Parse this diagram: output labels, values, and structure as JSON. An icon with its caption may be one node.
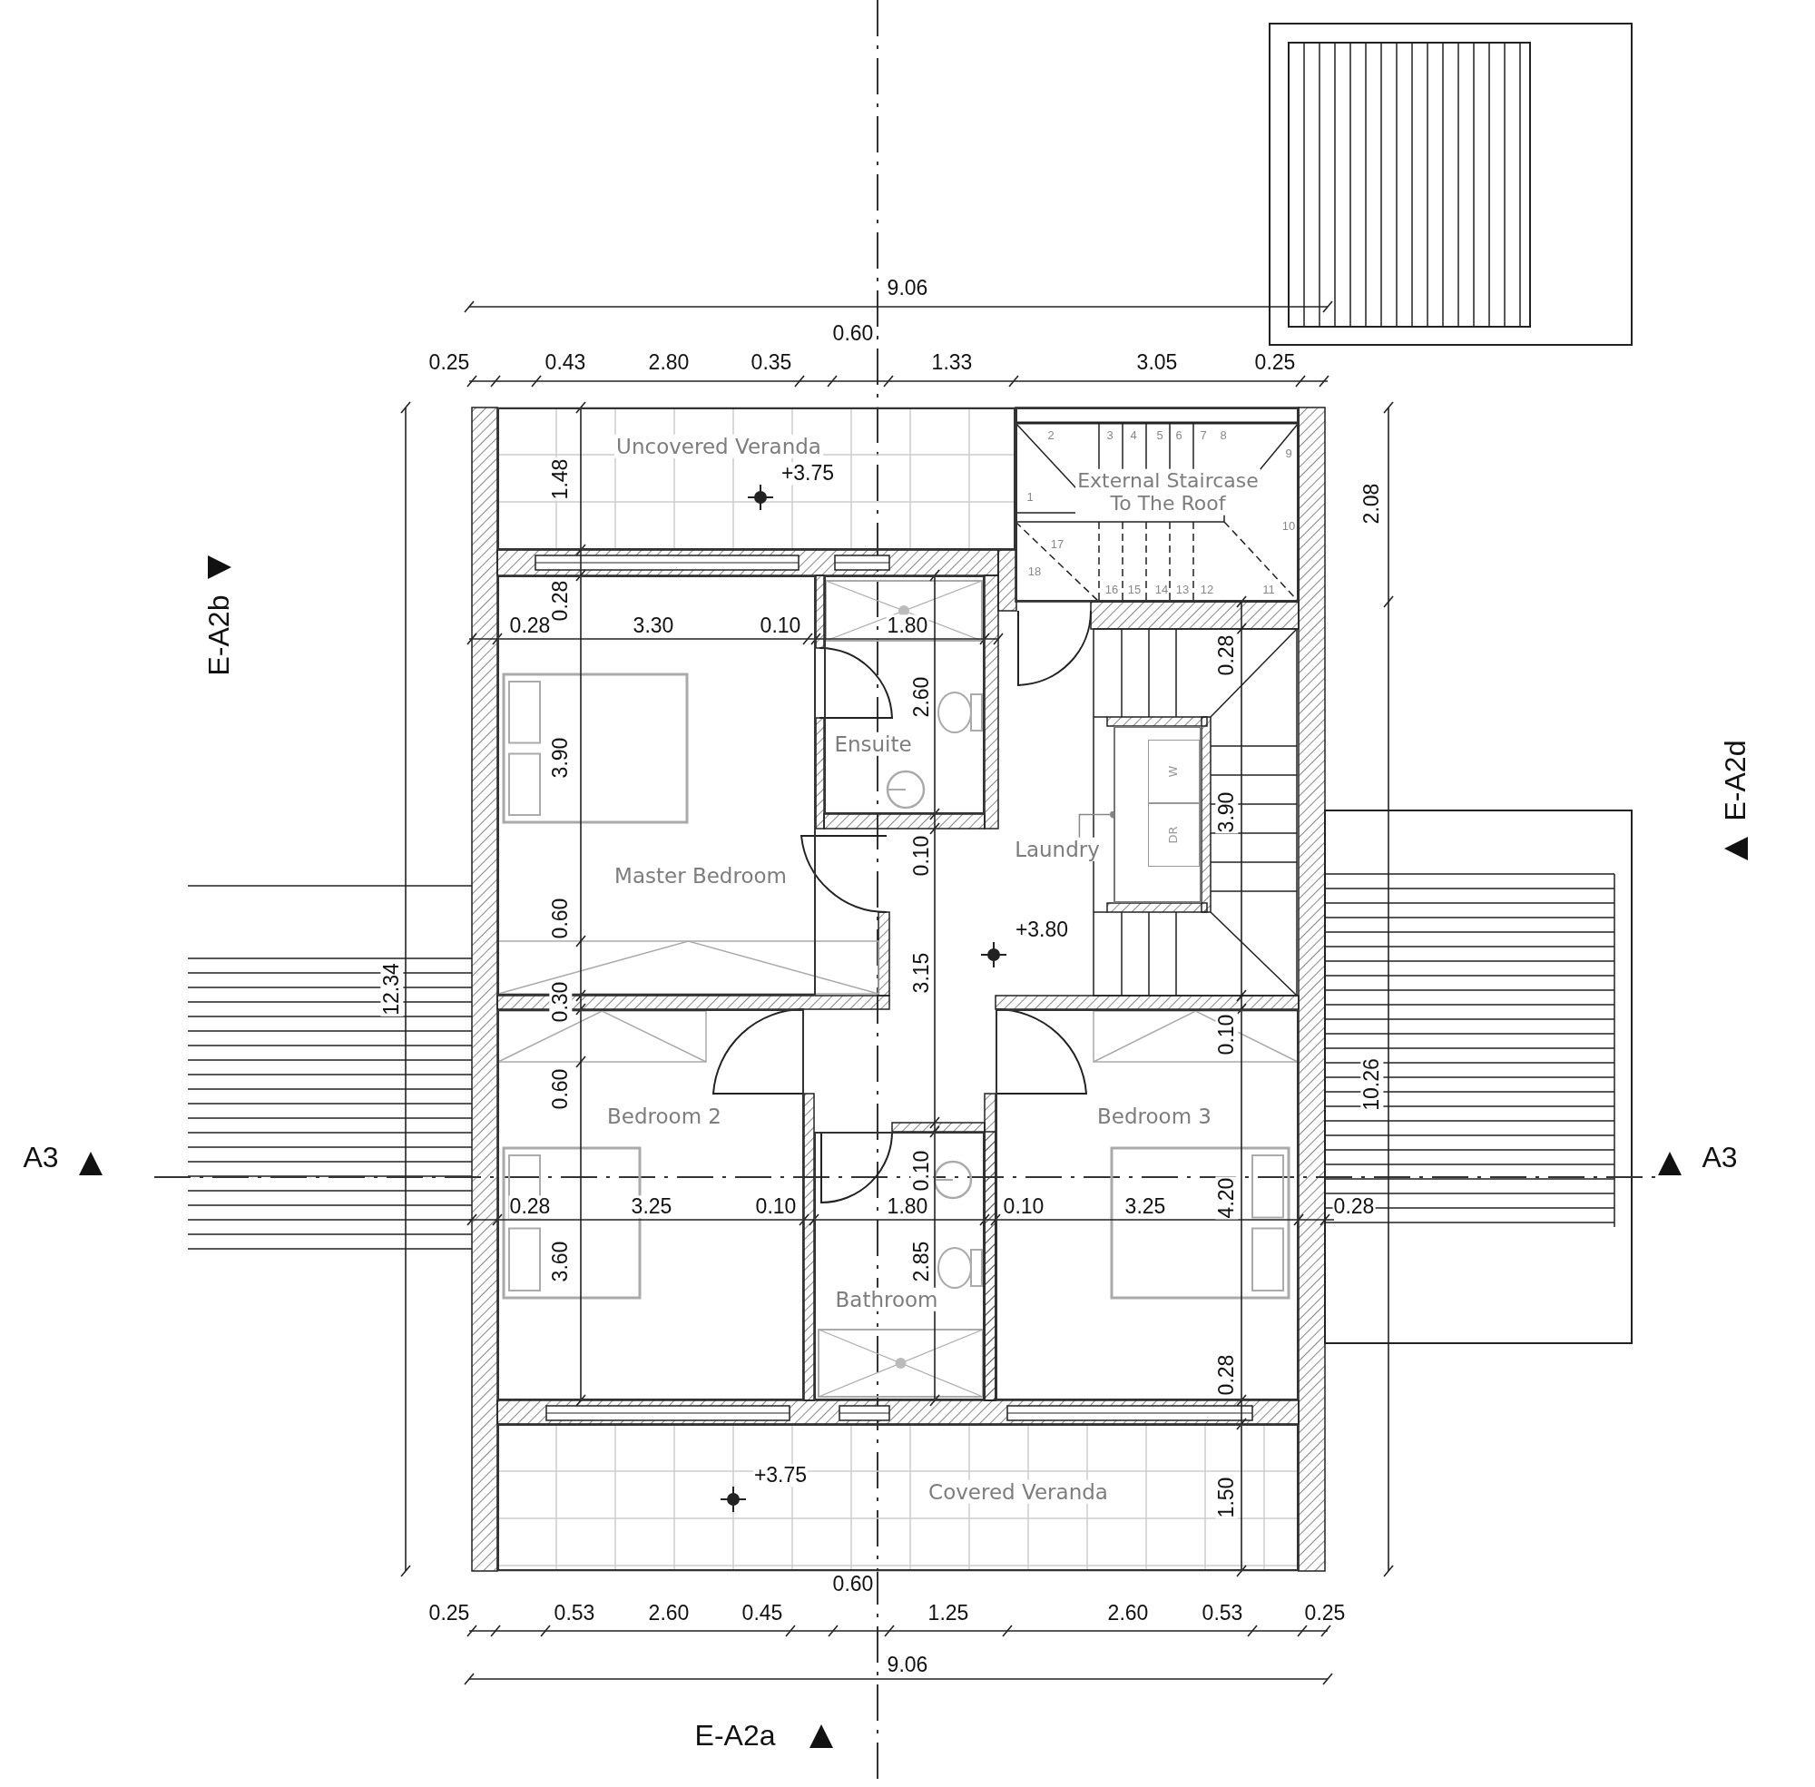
{
  "diagram": {
    "nodes": [
      {
        "text": [
          "Uncovered Veranda"
        ]
      },
      {
        "text": [
          "External Staircase To The Roof"
        ]
      },
      {
        "text": [
          "Ensuite"
        ]
      },
      {
        "text": [
          "Master Bedroom"
        ]
      },
      {
        "text": [
          "Laundry"
        ]
      },
      {
        "text": [],
        "shape": "box"
      },
      {
        "text": [
          "W"
        ],
        "in": 5
      },
      {
        "text": [
          "DR"
        ],
        "in": 5
      },
      {
        "text": [
          "Bedroom 2"
        ]
      },
      {
        "text": [
          "Bathroom"
        ]
      },
      {
        "text": [
          "Bedroom 3"
        ]
      },
      {
        "text": [
          "Covered Veranda"
        ]
      }
    ],
    "edges": [
      {
        "from": 4,
        "to": 5,
        "arrow": "other"
      }
    ],
    "labels": [
      "9.06",
      "0.60",
      "0.25",
      "0.43",
      "2.80",
      "0.35",
      "1.33",
      "3.05",
      "0.25",
      "+3.75",
      "1.48",
      "2.08",
      "2",
      "3",
      "4",
      "5",
      "6",
      "7",
      "8",
      "9",
      "1",
      "10",
      "17",
      "18",
      "16",
      "15",
      "14",
      "13",
      "12",
      "11",
      "E-A2b",
      "0.28",
      "0.28",
      "3.30",
      "0.10",
      "1.80",
      "0.28",
      "2.60",
      "3.90",
      "E-A2d",
      "3.90",
      "0.10",
      "0.60",
      "+3.80",
      "12.34",
      "0.30",
      "3.15",
      "0.10",
      "0.60",
      "10.26",
      "A3",
      "A3",
      "0.10",
      "4.20",
      "0.28",
      "3.25",
      "0.10",
      "1.80",
      "0.10",
      "3.25",
      "0.28",
      "3.60",
      "2.85",
      "0.28",
      "+3.75",
      "1.50",
      "0.60",
      "0.25",
      "0.53",
      "2.60",
      "0.45",
      "1.25",
      "2.60",
      "0.53",
      "0.25",
      "9.06",
      "E-A2a"
    ]
  }
}
